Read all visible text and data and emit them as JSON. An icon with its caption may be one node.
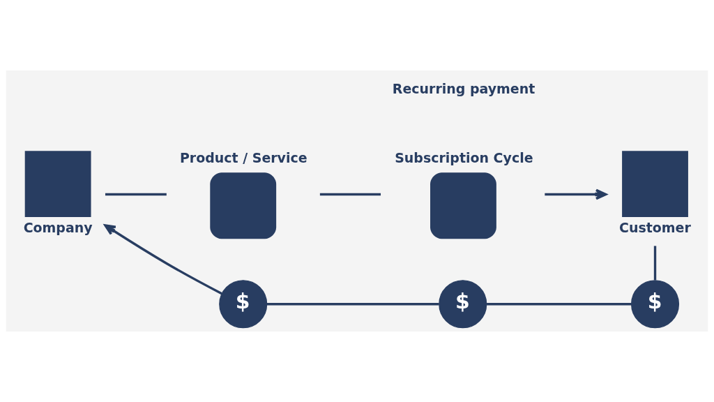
{
  "diagram": {
    "nodes": [
      {
        "text": [
          "Company"
        ]
      },
      {
        "text": [
          "Product / Service"
        ]
      },
      {
        "text": [
          "Subscription Cycle"
        ]
      },
      {
        "text": [
          "Customer"
        ]
      },
      {
        "text": [
          "$"
        ]
      },
      {
        "text": [
          "$"
        ]
      },
      {
        "text": [
          "$"
        ]
      }
    ],
    "edges": [
      {
        "from": 0,
        "to": 1,
        "arrow": "none"
      },
      {
        "from": 1,
        "to": 2,
        "arrow": "none"
      },
      {
        "from": 2,
        "to": 3,
        "arrow": "to"
      },
      {
        "from": 3,
        "to": 6,
        "arrow": "none"
      },
      {
        "from": 6,
        "to": 5,
        "arrow": "none"
      },
      {
        "from": 5,
        "to": 4,
        "arrow": "none"
      },
      {
        "from": 4,
        "to": 0,
        "arrow": "to"
      }
    ],
    "labels": [
      "Recurring payment"
    ]
  }
}
